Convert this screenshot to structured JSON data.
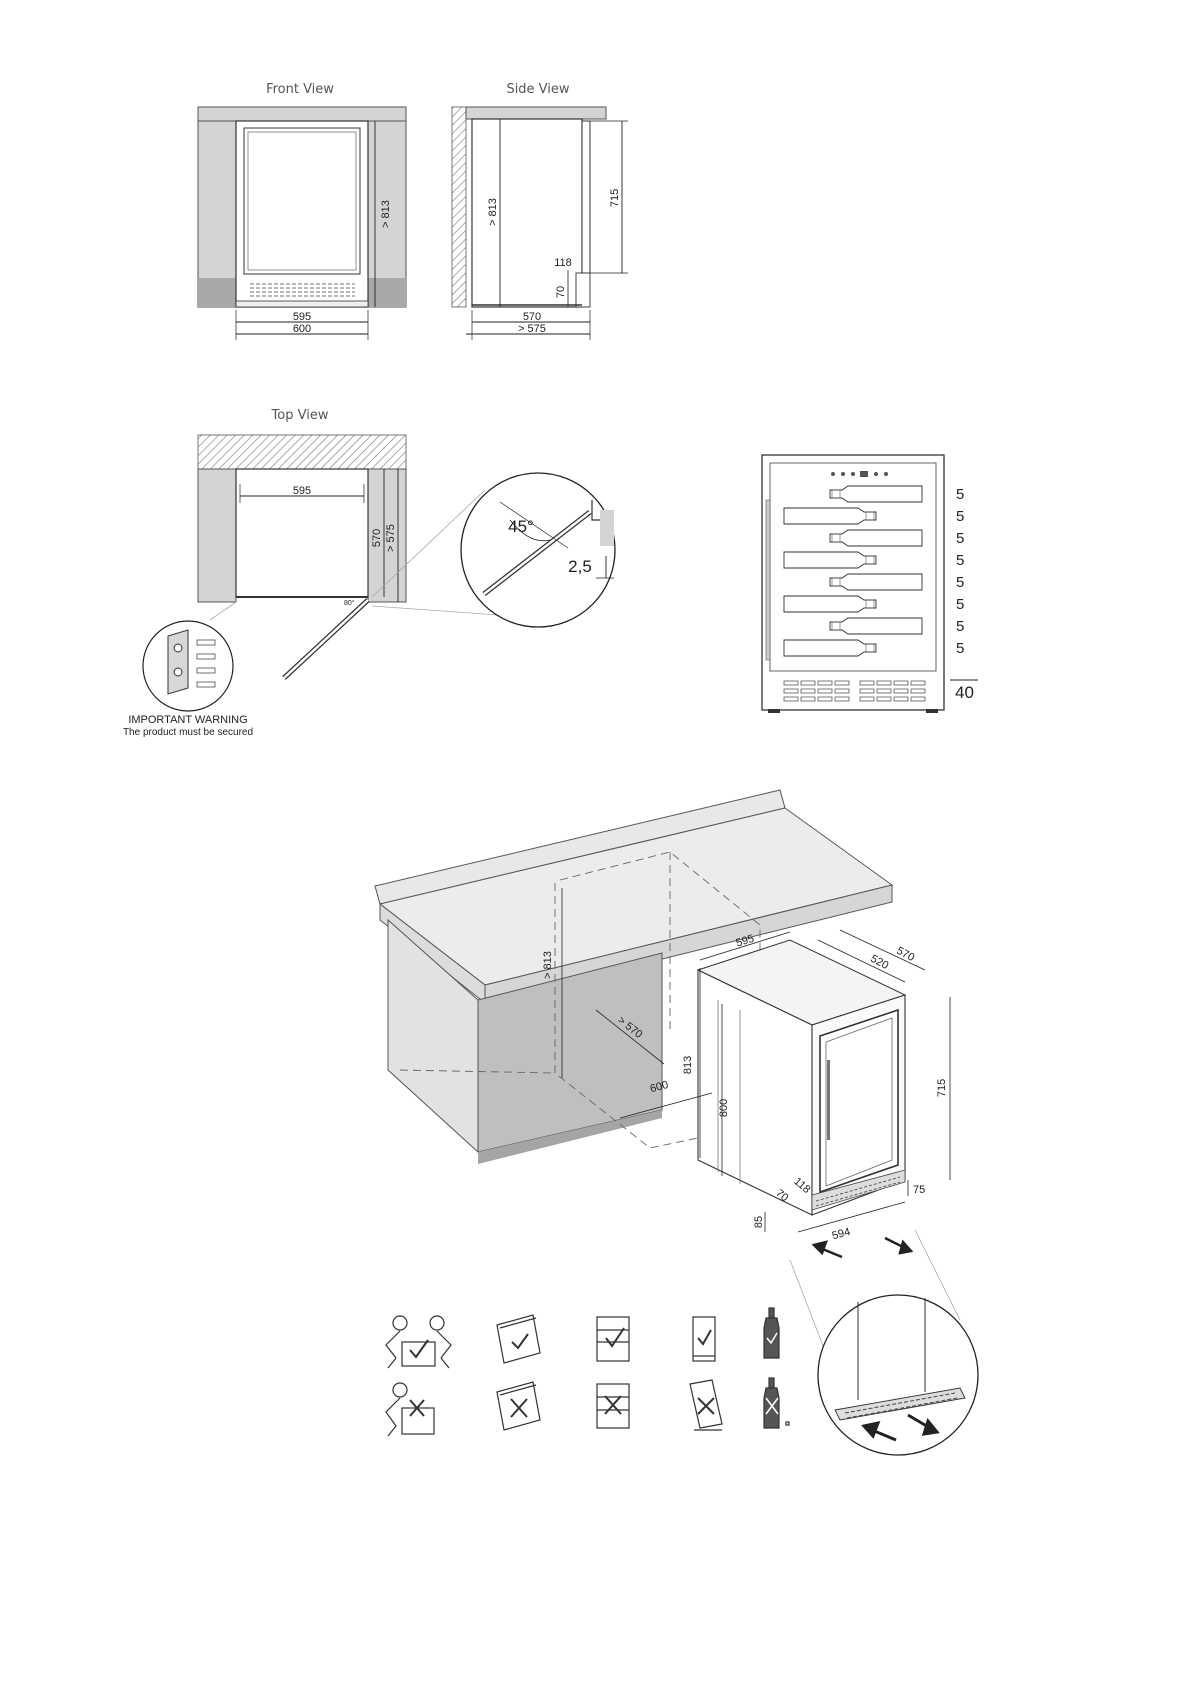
{
  "titles": {
    "front": "Front View",
    "side": "Side View",
    "top": "Top View"
  },
  "front": {
    "w_inner": "595",
    "w_outer": "600",
    "height": "> 813"
  },
  "side": {
    "height": "> 813",
    "h_715": "715",
    "d_118": "118",
    "d_70": "70",
    "depth": "570",
    "depth_min": "> 575"
  },
  "top": {
    "width": "595",
    "depth": "570",
    "depth_min": "> 575",
    "angle": "45°",
    "gap": "2,5",
    "small_angle": "80°"
  },
  "warning": {
    "title": "IMPORTANT WARNING",
    "text": "The product must be secured"
  },
  "shelves": {
    "counts": [
      "5",
      "5",
      "5",
      "5",
      "5",
      "5",
      "5",
      "5"
    ],
    "total": "40"
  },
  "iso": {
    "h_813_left": "> 813",
    "d_570_left": "> 570",
    "w_600": "600",
    "h_813": "813",
    "h_800": "800",
    "w_595": "595",
    "d_520": "520",
    "d_570": "570",
    "h_715": "715",
    "d_118": "118",
    "d_70": "70",
    "h_85": "85",
    "w_594": "594",
    "h_75": "75"
  },
  "icons": {
    "do": [
      "two-person-lift-ok-icon",
      "manual-ok-icon",
      "shelf-load-ok-icon",
      "upright-ok-icon",
      "bottle-ok-icon"
    ],
    "dont": [
      "single-person-lift-no-icon",
      "manual-no-icon",
      "shelf-load-no-icon",
      "tilt-no-icon",
      "bottle-no-icon"
    ]
  }
}
